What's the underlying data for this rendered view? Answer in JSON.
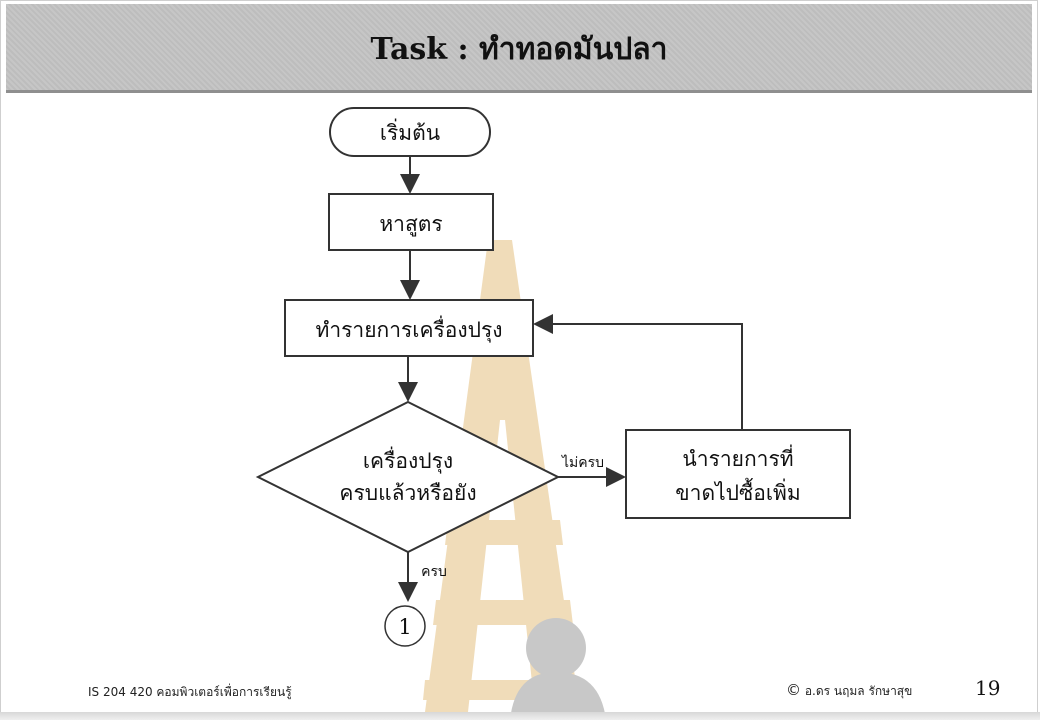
{
  "title": "Task : ทำทอดมันปลา",
  "flowchart": {
    "start": "เริ่มต้น",
    "step1": "หาสูตร",
    "step2": "ทำรายการเครื่องปรุง",
    "decision_line1": "เครื่องปรุง",
    "decision_line2": "ครบแล้วหรือยัง",
    "no_label": "ไม่ครบ",
    "yes_label": "ครบ",
    "action_line1": "นำรายการที่",
    "action_line2": "ขาดไปซื้อเพิ่ม",
    "connector": "1"
  },
  "footer": {
    "course": "IS 204 420 คอมพิวเตอร์เพื่อการเรียนรู้",
    "author": "อ.ดร นฤมล รักษาสุข",
    "copyright_symbol": "©",
    "page": "19"
  },
  "colors": {
    "title_band": "#c2c2c2",
    "watermark_gold": "#e4c080",
    "watermark_gray": "#9c9c9c",
    "line": "#333333"
  }
}
